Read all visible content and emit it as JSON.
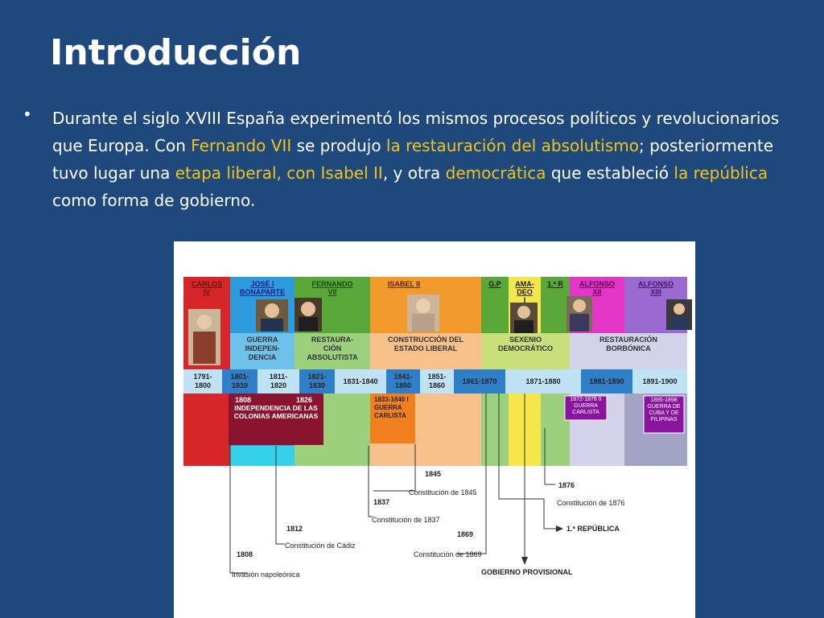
{
  "slide": {
    "title": "Introducción",
    "bullet": "•",
    "paragraph": [
      {
        "t": "Durante el siglo XVIII España experimentó los mismos procesos políticos y revolucionarios que Europa. Con ",
        "hl": false
      },
      {
        "t": "Fernando VII",
        "hl": true
      },
      {
        "t": " se produjo ",
        "hl": false
      },
      {
        "t": "la restauración del absolutismo",
        "hl": true
      },
      {
        "t": "; posteriormente tuvo lugar una ",
        "hl": false
      },
      {
        "t": "etapa liberal, con Isabel II",
        "hl": true
      },
      {
        "t": ", y otra ",
        "hl": false
      },
      {
        "t": "democrática",
        "hl": true
      },
      {
        "t": " que estableció ",
        "hl": false
      },
      {
        "t": "la república",
        "hl": true
      },
      {
        "t": " como forma de gobierno.",
        "hl": false
      }
    ],
    "highlight_color": "#f0c419"
  },
  "timeline": {
    "monarchs": [
      "CARLOS IV",
      "JOSÉ I BONAPARTE",
      "FERNANDO VII",
      "ISABEL II",
      "G.P",
      "AMA-DEO I",
      "1.ª R",
      "ALFONSO XII",
      "ALFONSO XIII"
    ],
    "periods": [
      "GUERRA INDEPEN-DENCIA",
      "RESTAURA-CIÓN ABSOLUTISTA",
      "CONSTRUCCIÓN DEL ESTADO LIBERAL",
      "SEXENIO DEMOCRÁTICO",
      "RESTAURACIÓN BORBÓNICA"
    ],
    "decades": [
      "1791-1800",
      "1801-1810",
      "1811-1820",
      "1821-1830",
      "1831-1840",
      "1841-1850",
      "1851-1860",
      "1861-1870",
      "1871-1880",
      "1881-1890",
      "1891-1900"
    ],
    "events": {
      "independencia": {
        "y1": "1808",
        "y2": "1826",
        "label": "INDEPENDENCIA DE LAS COLONIAS AMERICANAS"
      },
      "carlista1": "1833-1840 I GUERRA CARLISTA",
      "carlista2": "1872-1876 II GUERRA CARLISTA",
      "cuba": "1895-1898 GUERRA DE CUBA Y DE FILIPINAS"
    },
    "annotations": [
      {
        "year": "1808",
        "label": "Invasión napoleónica"
      },
      {
        "year": "1812",
        "label": "Constitución de Cádiz"
      },
      {
        "year": "1837",
        "label": "Constitución de 1837"
      },
      {
        "year": "1845",
        "label": "Constitución de 1845"
      },
      {
        "year": "1869",
        "label": "Constitución de 1869"
      },
      {
        "year": "1876",
        "label": "Constitución de 1876"
      }
    ],
    "arrows": [
      "1.ª REPÚBLICA",
      "GOBIERNO PROVISIONAL"
    ]
  }
}
